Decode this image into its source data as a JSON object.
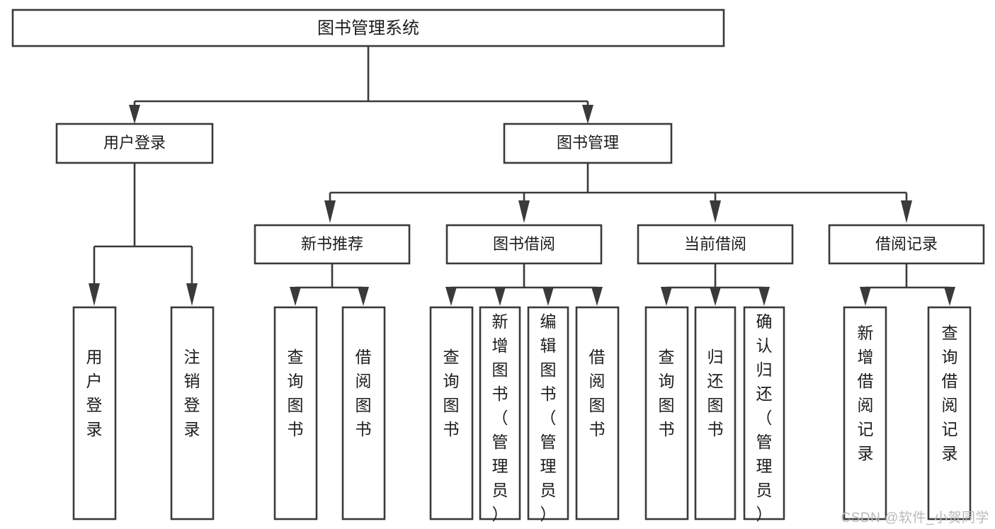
{
  "diagram": {
    "title": "图书管理系统",
    "watermark": "CSDN @软件_小贺同学",
    "type": "tree-hierarchy-chart",
    "orientation": "top-down",
    "colors": {
      "box_stroke": "#3a3a3a",
      "box_fill": "#ffffff",
      "connector": "#3a3a3a",
      "text": "#1c1c1c",
      "watermark": "#b9b9b9",
      "background": "#ffffff"
    },
    "root": {
      "label": "图书管理系统"
    },
    "level1": [
      {
        "label": "用户登录"
      },
      {
        "label": "图书管理"
      }
    ],
    "level2": [
      {
        "label": "新书推荐"
      },
      {
        "label": "图书借阅"
      },
      {
        "label": "当前借阅"
      },
      {
        "label": "借阅记录"
      }
    ],
    "leaves": {
      "user_login": [
        {
          "label": "用户登录"
        },
        {
          "label": "注销登录"
        }
      ],
      "new_book_recommend": [
        {
          "label": "查询图书"
        },
        {
          "label": "借阅图书"
        }
      ],
      "book_borrow": [
        {
          "label": "查询图书"
        },
        {
          "label": "新增图书（管理员）"
        },
        {
          "label": "编辑图书（管理员）"
        },
        {
          "label": "借阅图书"
        }
      ],
      "current_borrow": [
        {
          "label": "查询图书"
        },
        {
          "label": "归还图书"
        },
        {
          "label": "确认归还（管理员）"
        }
      ],
      "borrow_records": [
        {
          "label": "新增借阅记录"
        },
        {
          "label": "查询借阅记录"
        }
      ]
    }
  }
}
